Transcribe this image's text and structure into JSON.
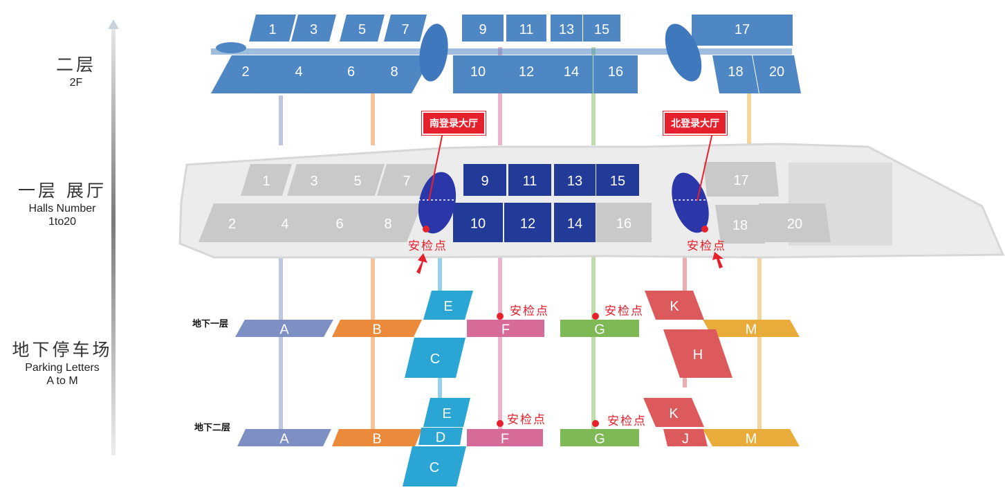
{
  "side_labels": {
    "upper": {
      "cn": "二层",
      "en": "2F"
    },
    "ground": {
      "cn": "一层 展厅",
      "en1": "Halls Number",
      "en2": "1to20"
    },
    "parking": {
      "cn": "地下停车场",
      "en1": "Parking Letters",
      "en2": "A to M"
    }
  },
  "levels": {
    "b1": "地下一层",
    "b2": "地下二层"
  },
  "lobbies": {
    "south": "南登录大厅",
    "north": "北登录大厅"
  },
  "security_label": "安检点",
  "halls_2f": [
    "1",
    "2",
    "3",
    "4",
    "5",
    "6",
    "7",
    "8",
    "9",
    "10",
    "11",
    "12",
    "13",
    "14",
    "15",
    "16",
    "17",
    "18",
    "20"
  ],
  "halls_1f": [
    "1",
    "2",
    "3",
    "4",
    "5",
    "6",
    "7",
    "8",
    "9",
    "10",
    "11",
    "12",
    "13",
    "14",
    "15",
    "16",
    "17",
    "18",
    "20"
  ],
  "parking_b1": [
    "A",
    "B",
    "C",
    "E",
    "F",
    "G",
    "H",
    "K",
    "M"
  ],
  "parking_b2": [
    "A",
    "B",
    "C",
    "D",
    "E",
    "F",
    "G",
    "J",
    "K",
    "M"
  ],
  "colors": {
    "hall_2f": "#4f87c4",
    "hall_1f_active": "#223a98",
    "hall_1f_inactive": "#c9c9c9",
    "A": "#7e8fc4",
    "B": "#ec8a3c",
    "C": "#2aa5d4",
    "D": "#2aa5d4",
    "E": "#2aa5d4",
    "F": "#d66a99",
    "G": "#7fb955",
    "H": "#dc5a5c",
    "J": "#dc5a5c",
    "K": "#dc5a5c",
    "M": "#e9ac3a",
    "alert": "#e5212d"
  }
}
